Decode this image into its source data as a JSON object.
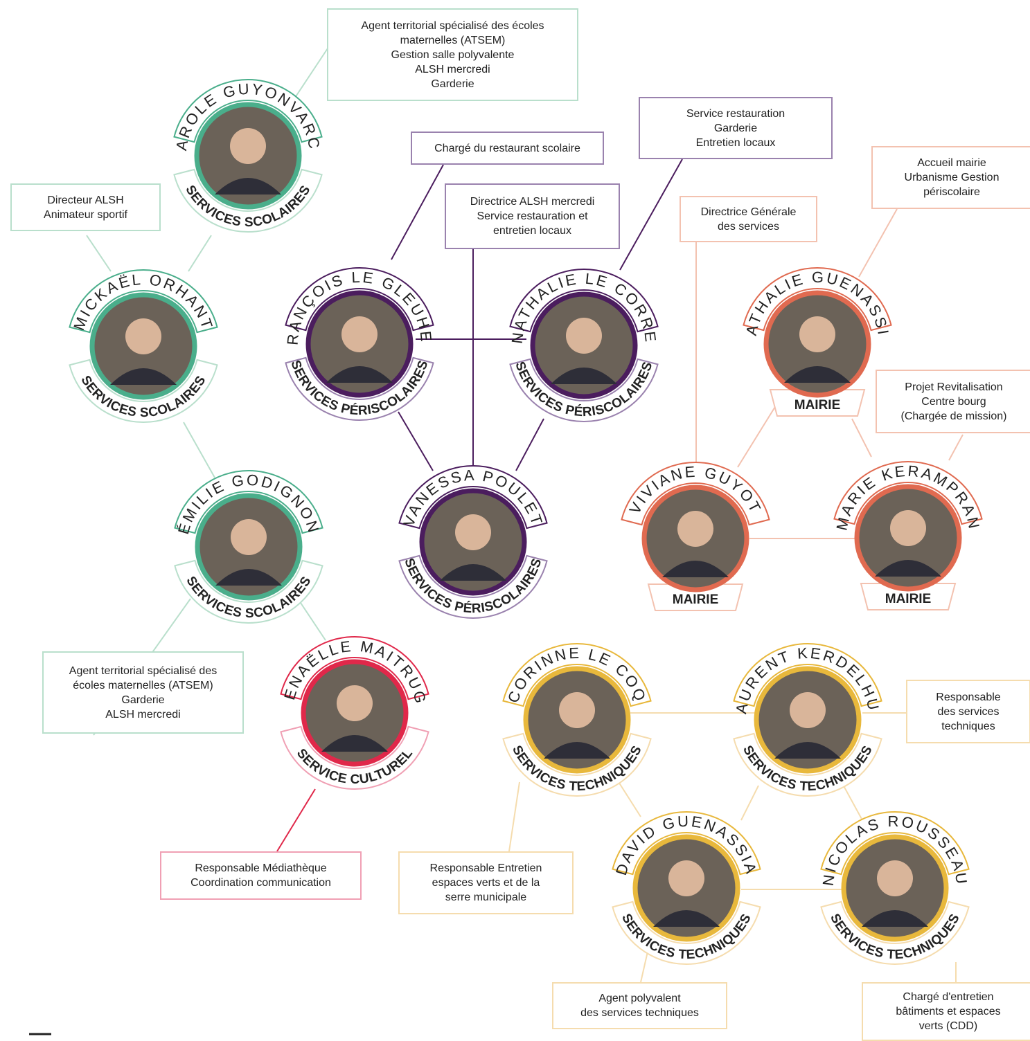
{
  "colors": {
    "scolaire": "#4aae8b",
    "scolaire_light": "#b9dfcc",
    "periscolaire": "#4b1d5e",
    "periscolaire_light": "#9a82ae",
    "mairie": "#e06a50",
    "mairie_light": "#f3c2b0",
    "culturel": "#e0284a",
    "culturel_light": "#f0a0b4",
    "techniques": "#e8b83c",
    "techniques_light": "#f5dcae"
  },
  "people": [
    {
      "id": "carole",
      "name": "CAROLE GUYONVARCH",
      "dept": "SERVICES SCOLAIRES",
      "group": "scolaire"
    },
    {
      "id": "mickael",
      "name": "MICKAËL ORHANT",
      "dept": "SERVICES SCOLAIRES",
      "group": "scolaire"
    },
    {
      "id": "emilie",
      "name": "ÉMILIE GODIGNON",
      "dept": "SERVICES SCOLAIRES",
      "group": "scolaire"
    },
    {
      "id": "gwenaelle",
      "name": "GWENAËLLE MAITRUGUE",
      "dept": "SERVICE CULTUREL",
      "group": "culturel"
    },
    {
      "id": "francois",
      "name": "FRANÇOIS LE GLEUHER",
      "dept": "SERVICES PÉRISCOLAIRES",
      "group": "periscolaire"
    },
    {
      "id": "nathalie_lc",
      "name": "NATHALIE LE CORRE",
      "dept": "SERVICES PÉRISCOLAIRES",
      "group": "periscolaire"
    },
    {
      "id": "vanessa",
      "name": "VANESSA POULET",
      "dept": "SERVICES PÉRISCOLAIRES",
      "group": "periscolaire"
    },
    {
      "id": "nathalie_g",
      "name": "NATHALIE GUENASSIA",
      "dept": "MAIRIE",
      "group": "mairie"
    },
    {
      "id": "viviane",
      "name": "VIVIANE GUYOT",
      "dept": "MAIRIE",
      "group": "mairie"
    },
    {
      "id": "marie",
      "name": "MARIE KERAMPRAN",
      "dept": "MAIRIE",
      "group": "mairie"
    },
    {
      "id": "corinne",
      "name": "CORINNE LE COQ",
      "dept": "SERVICES TECHNIQUES",
      "group": "techniques"
    },
    {
      "id": "laurent",
      "name": "LAURENT KERDELHUE",
      "dept": "SERVICES TECHNIQUES",
      "group": "techniques"
    },
    {
      "id": "david",
      "name": "DAVID GUENASSIA",
      "dept": "SERVICES TECHNIQUES",
      "group": "techniques"
    },
    {
      "id": "nicolas",
      "name": "NICOLAS ROUSSEAU",
      "dept": "SERVICES TECHNIQUES",
      "group": "techniques"
    }
  ],
  "roles": [
    {
      "id": "carole_role",
      "group": "scolaire",
      "text": "Agent territorial spécialisé des écoles\nmaternelles (ATSEM)\nGestion salle polyvalente\nALSH mercredi\nGarderie"
    },
    {
      "id": "mickael_role",
      "group": "scolaire",
      "text": "Directeur ALSH\nAnimateur sportif"
    },
    {
      "id": "emilie_role",
      "group": "scolaire",
      "text": "Agent territorial spécialisé des\nécoles maternelles (ATSEM)\nGarderie\nALSH mercredi"
    },
    {
      "id": "francois_role",
      "group": "periscolaire",
      "text": "Chargé du restaurant scolaire"
    },
    {
      "id": "vanessa_role",
      "group": "periscolaire",
      "text": "Directrice ALSH mercredi\nService restauration et\nentretien locaux"
    },
    {
      "id": "nathalie_lc_role",
      "group": "periscolaire",
      "text": "Service restauration\nGarderie\nEntretien locaux"
    },
    {
      "id": "viviane_role",
      "group": "mairie",
      "text": "Directrice Générale\ndes services"
    },
    {
      "id": "nathalie_g_role",
      "group": "mairie",
      "text": "Accueil mairie\nUrbanisme Gestion\npériscolaire"
    },
    {
      "id": "marie_role",
      "group": "mairie",
      "text": "Projet Revitalisation\nCentre bourg\n(Chargée de mission)"
    },
    {
      "id": "gwenaelle_role",
      "group": "culturel",
      "text": "Responsable Médiathèque\nCoordination communication"
    },
    {
      "id": "corinne_role",
      "group": "techniques",
      "text": "Responsable Entretien\nespaces verts et de la\nserre municipale"
    },
    {
      "id": "laurent_role",
      "group": "techniques",
      "text": "Responsable\ndes services\ntechniques"
    },
    {
      "id": "david_role",
      "group": "techniques",
      "text": "Agent polyvalent\ndes services techniques"
    },
    {
      "id": "nicolas_role",
      "group": "techniques",
      "text": "Chargé d'entretien\nbâtiments et espaces\nverts (CDD)"
    }
  ]
}
